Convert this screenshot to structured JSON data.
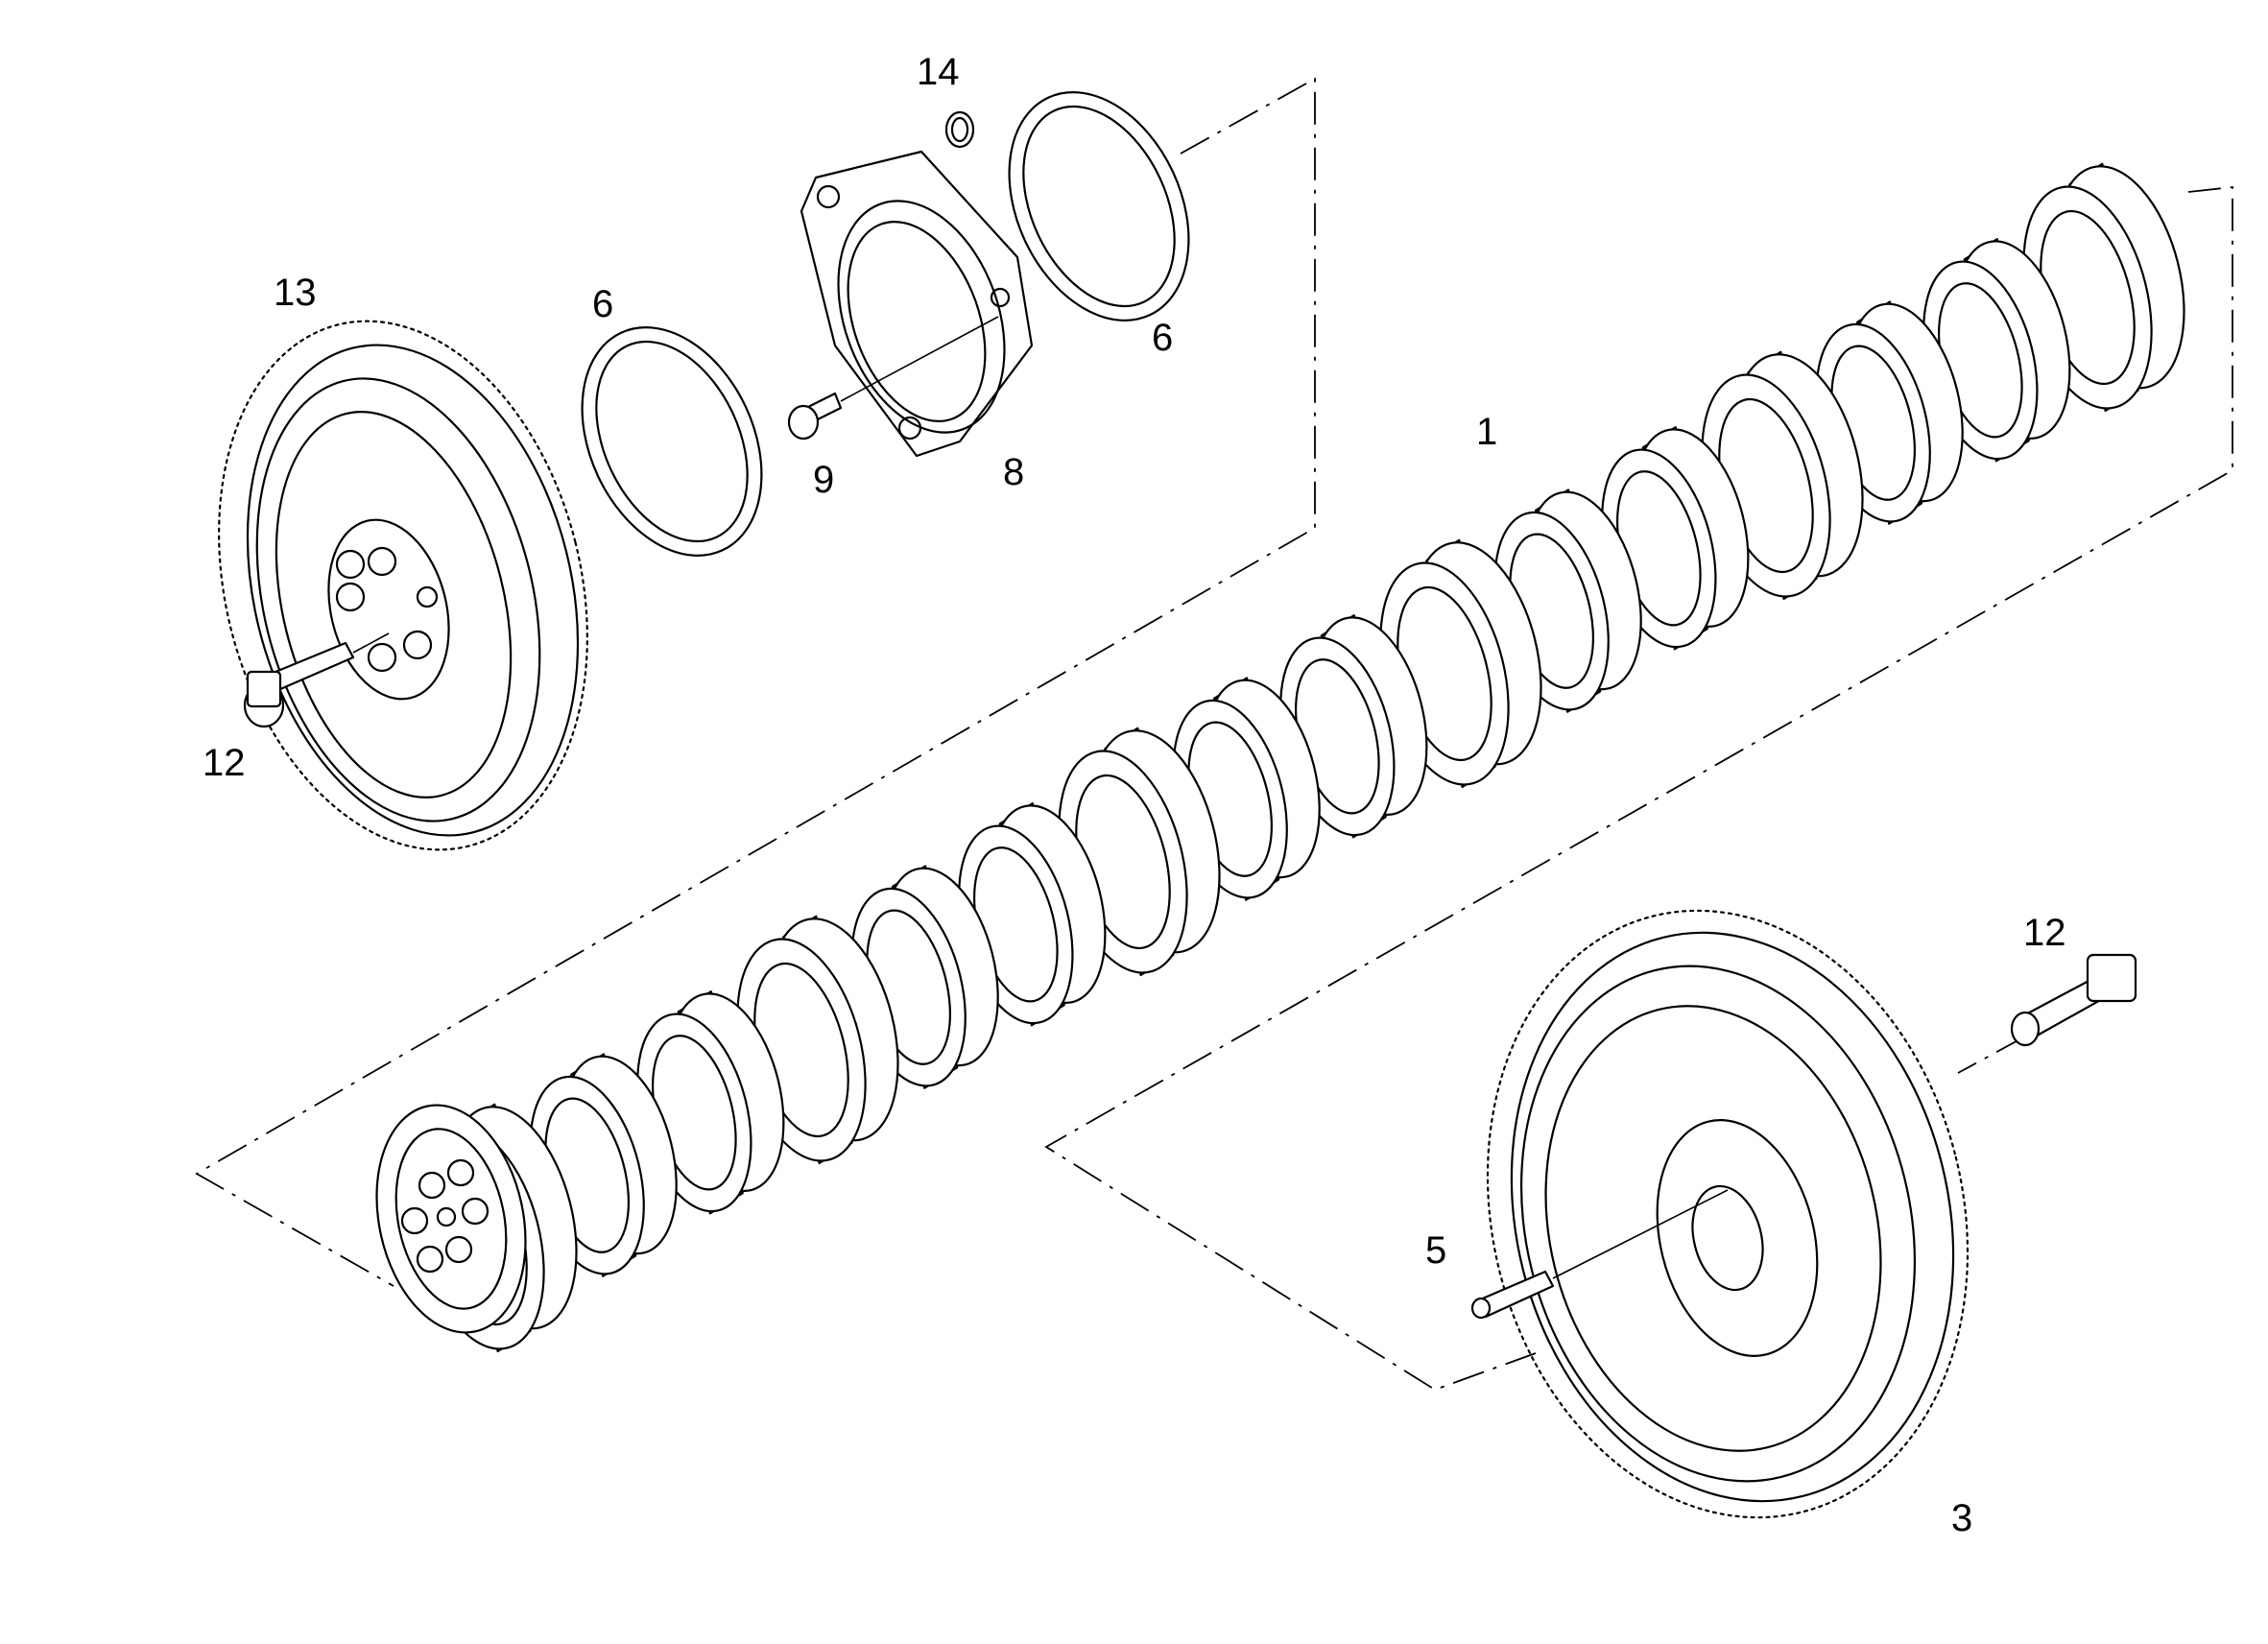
{
  "callouts": [
    {
      "id": "1",
      "text": "1"
    },
    {
      "id": "3",
      "text": "3"
    },
    {
      "id": "5",
      "text": "5"
    },
    {
      "id": "6a",
      "text": "6"
    },
    {
      "id": "6b",
      "text": "6"
    },
    {
      "id": "8",
      "text": "8"
    },
    {
      "id": "9",
      "text": "9"
    },
    {
      "id": "12a",
      "text": "12"
    },
    {
      "id": "12b",
      "text": "12"
    },
    {
      "id": "13",
      "text": "13"
    },
    {
      "id": "14",
      "text": "14"
    }
  ],
  "colors": {
    "line": "#000000",
    "background": "#ffffff"
  }
}
